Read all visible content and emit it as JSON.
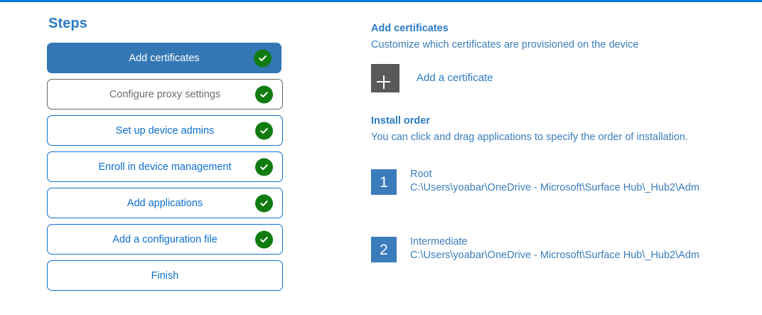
{
  "theme": {
    "accent_bar": "#0078d4",
    "active_step_bg": "#3477b5",
    "step_border": "#1073cf",
    "step_text": "#0d6fd1",
    "muted_border": "#666666",
    "muted_text": "#6e6e6e",
    "check_green": "#107c10",
    "heading_blue": "#2b7cc4",
    "body_blue": "#3b7ebb",
    "badge_blue": "#3b7cbd",
    "add_tile_gray": "#595959"
  },
  "steps_pane": {
    "title": "Steps",
    "items": [
      {
        "label": "Add certificates",
        "state": "active",
        "completed": true
      },
      {
        "label": "Configure proxy settings",
        "state": "muted",
        "completed": true
      },
      {
        "label": "Set up device admins",
        "state": "normal",
        "completed": true
      },
      {
        "label": "Enroll in device management",
        "state": "normal",
        "completed": true
      },
      {
        "label": "Add applications",
        "state": "normal",
        "completed": true
      },
      {
        "label": "Add a configuration file",
        "state": "normal",
        "completed": true
      },
      {
        "label": "Finish",
        "state": "normal",
        "completed": false
      }
    ]
  },
  "detail_pane": {
    "certificates": {
      "heading": "Add certificates",
      "subtitle": "Customize which certificates are provisioned on the device",
      "add_button_label": "Add a certificate",
      "add_button_icon": "plus-icon"
    },
    "install_order": {
      "heading": "Install order",
      "subtitle": "You can click and drag applications to specify the order of installation.",
      "items": [
        {
          "number": "1",
          "name": "Root",
          "path": "C:\\Users\\yoabar\\OneDrive - Microsoft\\Surface Hub\\_Hub2\\Adm"
        },
        {
          "number": "2",
          "name": "Intermediate",
          "path": "C:\\Users\\yoabar\\OneDrive - Microsoft\\Surface Hub\\_Hub2\\Adm"
        }
      ]
    }
  }
}
